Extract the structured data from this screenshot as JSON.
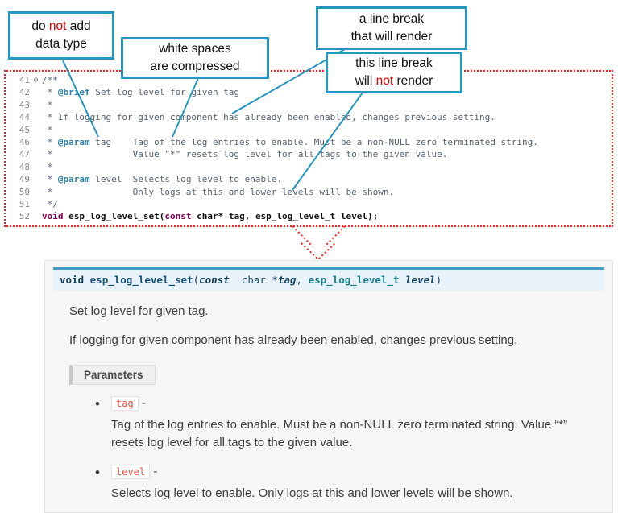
{
  "callouts": {
    "no_datatype": {
      "l1a": "do ",
      "l1b": "not",
      "l1c": " add",
      "l2": "data type"
    },
    "whitespace": {
      "l1": "white spaces",
      "l2": "are compressed"
    },
    "break_render": {
      "l1": "a line break",
      "l2": "that will render"
    },
    "break_norender": {
      "l1": "this line break",
      "l2a": "will ",
      "l2b": "not",
      "l2c": " render"
    }
  },
  "editor": {
    "lines": [
      {
        "num": "41",
        "fold": "⊖",
        "pre": "/**",
        "tag": "",
        "post": ""
      },
      {
        "num": "42",
        "fold": "",
        "pre": " * ",
        "tag": "@brief",
        "post": " Set log level for given tag"
      },
      {
        "num": "43",
        "fold": "",
        "pre": " *",
        "tag": "",
        "post": ""
      },
      {
        "num": "44",
        "fold": "",
        "pre": " * If logging for given component has already been enabled, changes previous setting.",
        "tag": "",
        "post": ""
      },
      {
        "num": "45",
        "fold": "",
        "pre": " *",
        "tag": "",
        "post": ""
      },
      {
        "num": "46",
        "fold": "",
        "pre": " * ",
        "tag": "@param",
        "post": " tag    Tag of the log entries to enable. Must be a non-NULL zero terminated string."
      },
      {
        "num": "47",
        "fold": "",
        "pre": " *               Value \"*\" resets log level for all tags to the given value.",
        "tag": "",
        "post": ""
      },
      {
        "num": "48",
        "fold": "",
        "pre": " *",
        "tag": "",
        "post": ""
      },
      {
        "num": "49",
        "fold": "",
        "pre": " * ",
        "tag": "@param",
        "post": " level  Selects log level to enable."
      },
      {
        "num": "50",
        "fold": "",
        "pre": " *               Only logs at this and lower levels will be shown.",
        "tag": "",
        "post": ""
      },
      {
        "num": "51",
        "fold": "",
        "pre": " */",
        "tag": "",
        "post": ""
      }
    ],
    "decl": {
      "num": "52",
      "kw1": "void",
      "name": " esp_log_level_set",
      "p1": "(",
      "kw2": "const",
      "rest": " char* tag, esp_log_level_t level);"
    }
  },
  "doc": {
    "signature": {
      "kw_void": "void ",
      "name": "esp_log_level_set",
      "p_open": "(",
      "kw_const": "const",
      "type_char": "  char *",
      "param_tag": "tag",
      "comma": ", ",
      "type_level": "esp_log_level_t ",
      "param_level": "level",
      "p_close": ")"
    },
    "para1": "Set log level for given tag.",
    "para2": "If logging for given component has already been enabled, changes previous setting.",
    "params_label": "Parameters",
    "items": [
      {
        "name": "tag",
        "dash": " -",
        "desc": "Tag of the log entries to enable. Must be a non-NULL zero terminated string. Value “*” resets log level for all tags to the given value."
      },
      {
        "name": "level",
        "dash": " -",
        "desc": "Selects log level to enable. Only logs at this and lower levels will be shown."
      }
    ]
  },
  "colors": {
    "callout_border": "#2596be",
    "connector_line": "#2596be",
    "dotted_outline": "#ff1f1f",
    "doxygen_tag": "#2e7fa6",
    "code_keyword": "#7f0055",
    "signature_bar_bg": "#e7f2fa",
    "signature_bar_border": "#3e9bc4",
    "inline_literal": "#e74c3c",
    "panel_bg": "#f6f6f6"
  }
}
